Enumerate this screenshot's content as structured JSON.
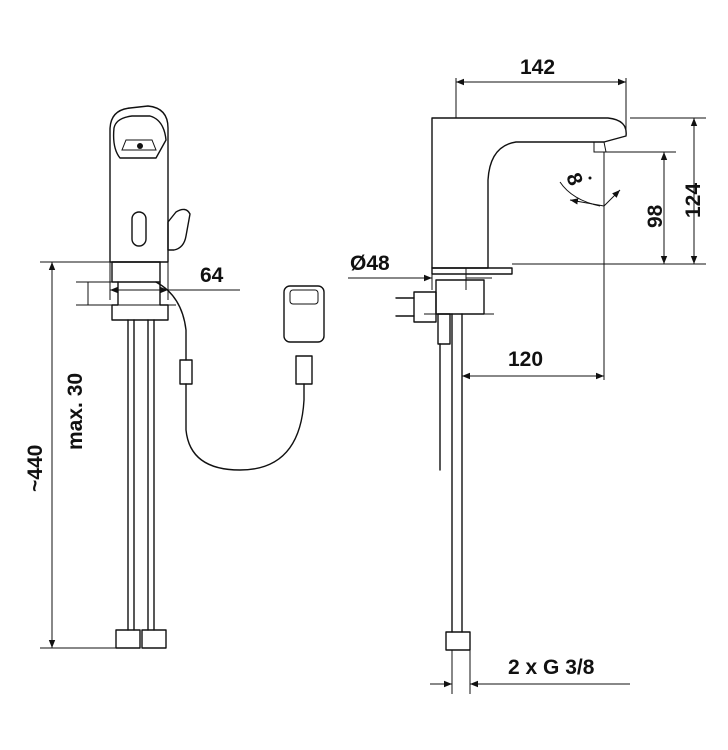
{
  "dimensions": {
    "spout_reach": "142",
    "total_height": "124",
    "spout_height": "98",
    "angle": "8",
    "body_diameter": "Ø48",
    "lever_width": "64",
    "mount_reach": "120",
    "deck_thickness": "max. 30",
    "hose_length": "~440",
    "connection": "2 x G 3/8"
  },
  "colors": {
    "line": "#111111",
    "background": "#ffffff"
  }
}
